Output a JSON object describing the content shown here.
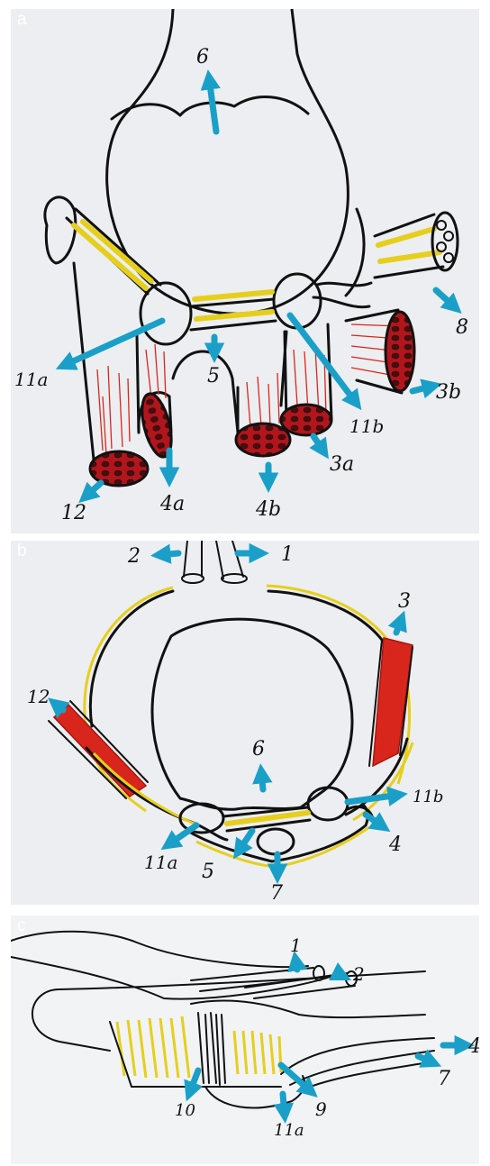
{
  "panels": [
    {
      "letter": "a",
      "labels": {
        "l6": "6",
        "l8": "8",
        "l11a": "11a",
        "l5": "5",
        "l3b": "3b",
        "l11b": "11b",
        "l3a": "3a",
        "l12": "12",
        "l4a": "4a",
        "l4b": "4b"
      }
    },
    {
      "letter": "b",
      "labels": {
        "l2": "2",
        "l1": "1",
        "l3": "3",
        "l12": "12",
        "l6": "6",
        "l11b": "11b",
        "l4": "4",
        "l11a": "11a",
        "l5": "5",
        "l7": "7"
      }
    },
    {
      "letter": "c",
      "labels": {
        "l1": "1",
        "l2": "2",
        "l4": "4",
        "l7": "7",
        "l10": "10",
        "l11a": "11a",
        "l9": "9"
      }
    }
  ],
  "colors": {
    "arrow": "#1aa0c8",
    "muscle": "#d9261c",
    "ligament": "#e6cf1c",
    "paper": "#eceef1"
  }
}
